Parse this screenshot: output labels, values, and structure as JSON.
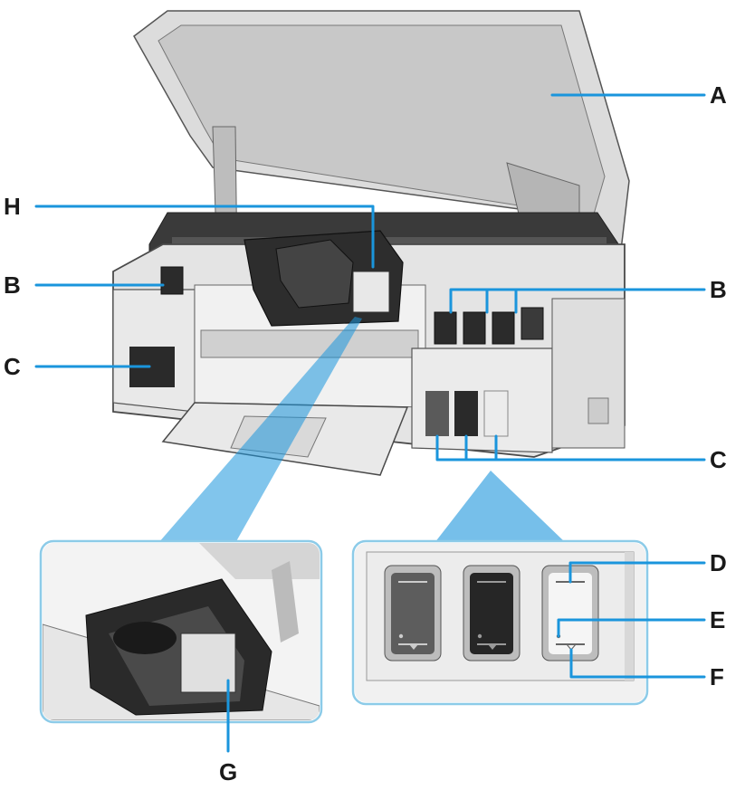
{
  "colors": {
    "callout": "#1a95dc",
    "inset_border": "#8ccbe8",
    "label_text": "#1a1a1a",
    "printer_body": "#e6e6e6",
    "printer_dark": "#2b2b2b",
    "printer_mid": "#8f8f8f",
    "ink_gray": "#3d3d3d",
    "ink_black": "#1c1c1c",
    "ink_light": "#f2f2f2"
  },
  "callouts": [
    {
      "id": "A",
      "label": "A"
    },
    {
      "id": "B-left",
      "label": "B"
    },
    {
      "id": "B-right",
      "label": "B"
    },
    {
      "id": "C-left",
      "label": "C"
    },
    {
      "id": "C-right",
      "label": "C"
    },
    {
      "id": "D",
      "label": "D"
    },
    {
      "id": "E",
      "label": "E"
    },
    {
      "id": "F",
      "label": "F"
    },
    {
      "id": "G",
      "label": "G"
    },
    {
      "id": "H",
      "label": "H"
    }
  ]
}
